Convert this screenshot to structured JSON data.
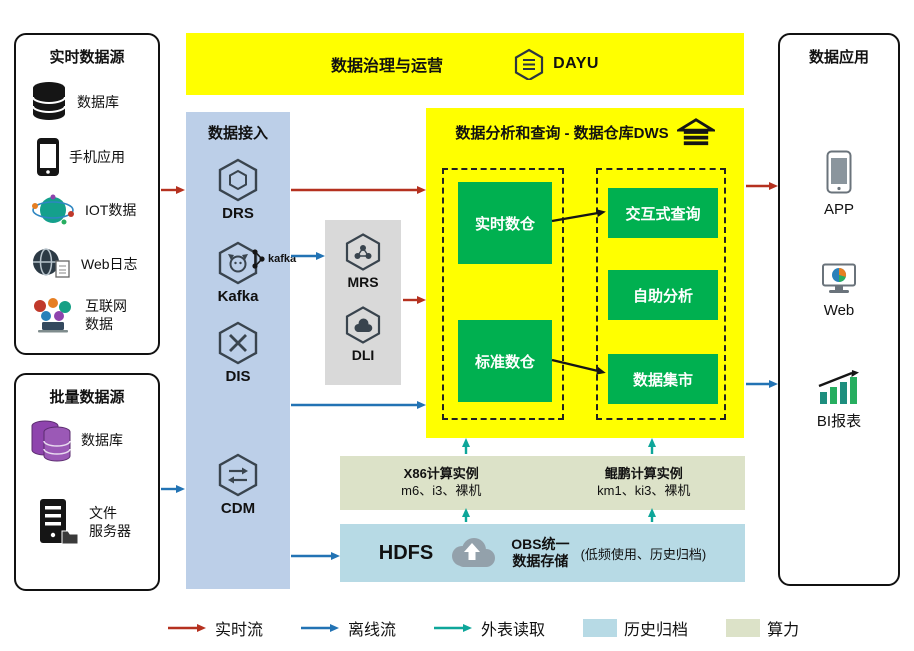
{
  "realtime_sources": {
    "title": "实时数据源",
    "items": [
      {
        "line1": "数据库"
      },
      {
        "line1": "手机应用"
      },
      {
        "line1": "IOT数据"
      },
      {
        "line1": "Web日志"
      },
      {
        "line1": "互联网",
        "line2": "数据"
      }
    ]
  },
  "batch_sources": {
    "title": "批量数据源",
    "items": [
      {
        "line1": "数据库"
      },
      {
        "line1": "文件",
        "line2": "服务器"
      }
    ]
  },
  "governance": {
    "title": "数据治理与运营",
    "logo_label": "DAYU"
  },
  "ingestion": {
    "title": "数据接入",
    "items": [
      {
        "label": "DRS"
      },
      {
        "label": "Kafka",
        "badge": "kafka"
      },
      {
        "label": "DIS"
      },
      {
        "label": "CDM"
      }
    ]
  },
  "analytics_services": {
    "items": [
      {
        "label": "MRS"
      },
      {
        "label": "DLI"
      }
    ]
  },
  "dws": {
    "title": "数据分析和查询 - 数据仓库DWS",
    "left_group": [
      "实时数仓",
      "标准数仓"
    ],
    "right_group": [
      "交互式查询",
      "自助分析",
      "数据集市"
    ]
  },
  "compute": {
    "x86": {
      "title": "X86计算实例",
      "spec": "m6、i3、裸机"
    },
    "kunpeng": {
      "title": "鲲鹏计算实例",
      "spec": "km1、ki3、裸机"
    }
  },
  "storage": {
    "hdfs": "HDFS",
    "obs_line1": "OBS统一",
    "obs_line2": "数据存储",
    "note": "(低频使用、历史归档)"
  },
  "applications": {
    "title": "数据应用",
    "items": [
      {
        "label": "APP"
      },
      {
        "label": "Web"
      },
      {
        "label": "BI报表"
      }
    ]
  },
  "legend": {
    "realtime": "实时流",
    "offline": "离线流",
    "external_read": "外表读取",
    "archive": "历史归档",
    "compute_power": "算力"
  },
  "colors": {
    "realtime_arrow": "#B5311F",
    "offline_arrow": "#2273B4",
    "external_arrow": "#0EA69A",
    "dws_yellow": "#FFFF00",
    "warehouse_green": "#00B050",
    "archive_blue": "#B7DAE5",
    "compute_green": "#DCE2C8",
    "ingest_blue": "#BCCFE8"
  }
}
